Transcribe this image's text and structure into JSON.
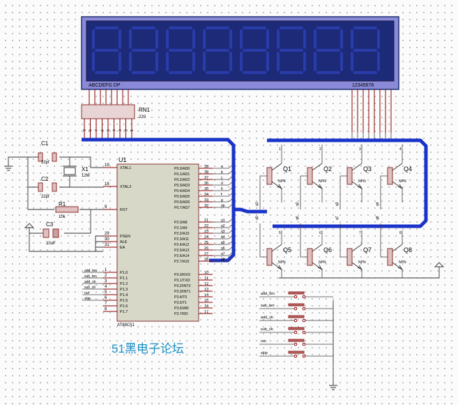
{
  "lcd": {
    "seg_labels": "ABCDEFG DP",
    "digit_labels": "12345678"
  },
  "rn1": {
    "ref": "RN1",
    "value": "220",
    "pins": [
      "9",
      "8",
      "7",
      "6",
      "5",
      "4",
      "3",
      "2",
      "1"
    ]
  },
  "caps": [
    {
      "ref": "C1",
      "value": "22pf"
    },
    {
      "ref": "C2",
      "value": "22pf"
    },
    {
      "ref": "C3",
      "value": "10uF"
    }
  ],
  "crystal": {
    "ref": "X1",
    "value": "12M"
  },
  "r1": {
    "ref": "R1",
    "value": "10k"
  },
  "mcu": {
    "ref": "U1",
    "part": "AT89C51",
    "left_pins": [
      {
        "num": "19",
        "name": "XTAL1"
      },
      {
        "num": "18",
        "name": "XTAL2"
      },
      {
        "num": "9",
        "name": "RST"
      },
      {
        "num": "29",
        "name": "PSEN"
      },
      {
        "num": "30",
        "name": "ALE"
      },
      {
        "num": "31",
        "name": "EA"
      },
      {
        "num": "1",
        "name": "P1.0"
      },
      {
        "num": "2",
        "name": "P1.1"
      },
      {
        "num": "3",
        "name": "P1.2"
      },
      {
        "num": "4",
        "name": "P1.3"
      },
      {
        "num": "5",
        "name": "P1.4"
      },
      {
        "num": "6",
        "name": "P1.5"
      },
      {
        "num": "7",
        "name": "P1.6"
      },
      {
        "num": "8",
        "name": "P1.7"
      }
    ],
    "right_pins": [
      {
        "num": "39",
        "name": "P0.0/AD0",
        "net": "a"
      },
      {
        "num": "38",
        "name": "P0.1/AD1",
        "net": "b"
      },
      {
        "num": "37",
        "name": "P0.2/AD2",
        "net": "c"
      },
      {
        "num": "36",
        "name": "P0.3/AD3",
        "net": "d"
      },
      {
        "num": "35",
        "name": "P0.4/AD4",
        "net": "e"
      },
      {
        "num": "34",
        "name": "P0.5/AD5",
        "net": "f"
      },
      {
        "num": "33",
        "name": "P0.6/AD6",
        "net": "g"
      },
      {
        "num": "32",
        "name": "P0.7/AD7",
        "net": "dp"
      },
      {
        "num": "21",
        "name": "P2.0/A8",
        "net": "q1"
      },
      {
        "num": "22",
        "name": "P2.1/A9",
        "net": "q2"
      },
      {
        "num": "23",
        "name": "P2.2/A10",
        "net": "q3"
      },
      {
        "num": "24",
        "name": "P2.3/A11",
        "net": "q4"
      },
      {
        "num": "25",
        "name": "P2.4/A12",
        "net": "q5"
      },
      {
        "num": "26",
        "name": "P2.5/A13",
        "net": "q6"
      },
      {
        "num": "27",
        "name": "P2.6/A14",
        "net": "q7"
      },
      {
        "num": "28",
        "name": "P2.7/A15",
        "net": "q8"
      },
      {
        "num": "10",
        "name": "P3.0/RXD",
        "net": ""
      },
      {
        "num": "11",
        "name": "P3.1/TXD",
        "net": ""
      },
      {
        "num": "12",
        "name": "P3.2/INT0",
        "net": ""
      },
      {
        "num": "13",
        "name": "P3.3/INT1",
        "net": ""
      },
      {
        "num": "14",
        "name": "P3.4/T0",
        "net": ""
      },
      {
        "num": "15",
        "name": "P3.5/T1",
        "net": ""
      },
      {
        "num": "16",
        "name": "P3.6/WR",
        "net": ""
      },
      {
        "num": "17",
        "name": "P3.7/RD",
        "net": ""
      }
    ],
    "p1_nets": [
      "add_ten",
      "sub_ten",
      "add_sh",
      "sub_sh",
      "run",
      "skip"
    ]
  },
  "transistors": [
    {
      "ref": "Q1",
      "type": "NPN",
      "col": "1",
      "base": "q1"
    },
    {
      "ref": "Q2",
      "type": "NPN",
      "col": "2",
      "base": "q2"
    },
    {
      "ref": "Q3",
      "type": "NPN",
      "col": "3",
      "base": "q3"
    },
    {
      "ref": "Q4",
      "type": "NPN",
      "col": "4",
      "base": "q4"
    },
    {
      "ref": "Q5",
      "type": "NPN",
      "col": "5",
      "base": "q5"
    },
    {
      "ref": "Q6",
      "type": "NPN",
      "col": "6",
      "base": "q6"
    },
    {
      "ref": "Q7",
      "type": "NPN",
      "col": "7",
      "base": "q7"
    },
    {
      "ref": "Q8",
      "type": "NPN",
      "col": "8",
      "base": "q8"
    }
  ],
  "buttons": [
    "add_ten",
    "sub_ten",
    "add_sh",
    "sub_sh",
    "run",
    "skip"
  ],
  "watermark": "51黑电子论坛"
}
